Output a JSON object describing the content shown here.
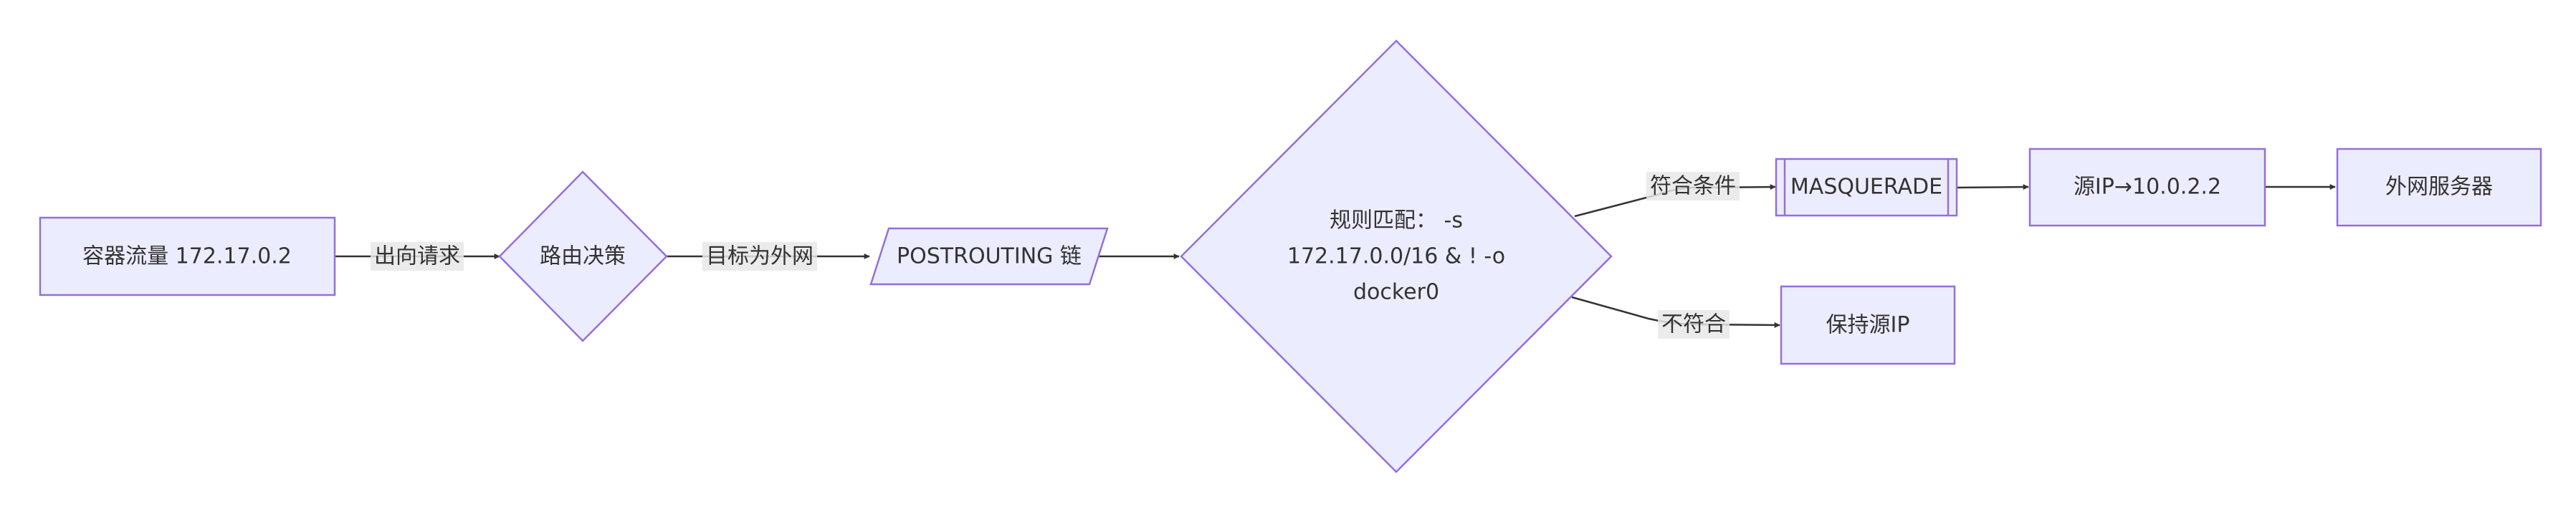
{
  "nodes": {
    "container_traffic": "容器流量 172.17.0.2",
    "routing_decision": "路由决策",
    "postrouting_chain": "POSTROUTING 链",
    "rule_match": [
      "规则匹配： -s",
      "172.17.0.0/16 & ! -o",
      "docker0"
    ],
    "masquerade": "MASQUERADE",
    "source_ip_rewrite": "源IP→10.0.2.2",
    "external_server": "外网服务器",
    "keep_source_ip": "保持源IP"
  },
  "edges": {
    "outbound_request": "出向请求",
    "target_external": "目标为外网",
    "matches_condition": "符合条件",
    "not_matching": "不符合"
  },
  "colors": {
    "node_fill": "#ECECFF",
    "node_stroke": "#9370DB",
    "edge_stroke": "#333333",
    "text": "#333333",
    "label_bg": "#E8E8E8"
  }
}
